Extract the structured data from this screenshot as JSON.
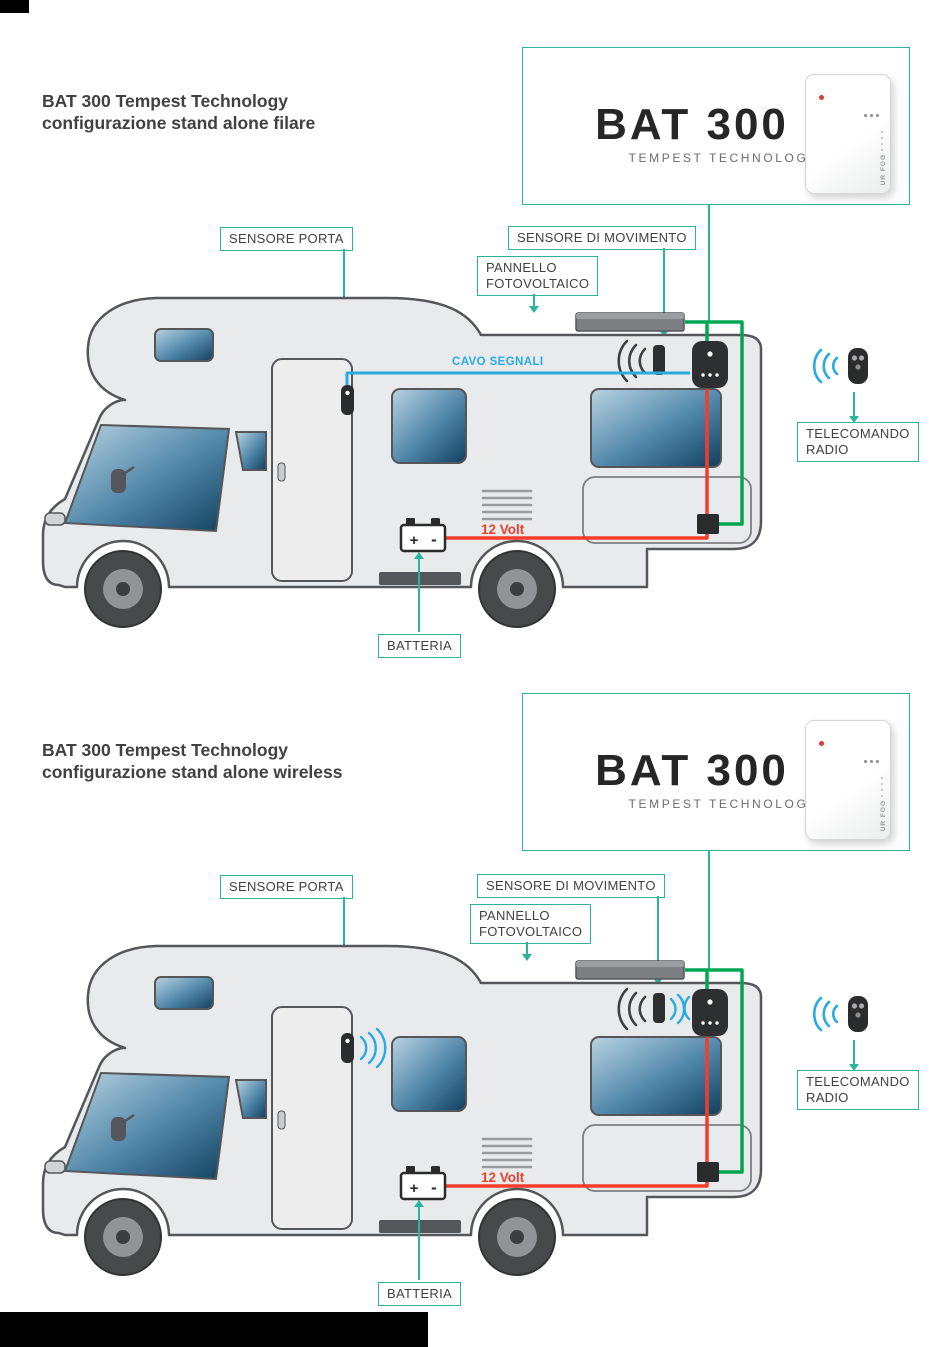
{
  "colors": {
    "accent_teal": "#2bb3a0",
    "wire_green": "#00a651",
    "wire_red": "#f03e2c",
    "wire_blue": "#29abe2",
    "text_dark": "#414042"
  },
  "sections": [
    {
      "title_line1": "BAT 300 Tempest Technology",
      "title_line2": "configurazione stand alone filare",
      "logo": {
        "brand": "BAT 300",
        "tagline": "TEMPEST TECHNOLOGY",
        "device_brand": "UR FOG"
      },
      "labels": {
        "sensore_porta": "SENSORE PORTA",
        "sensore_movimento": "SENSORE DI MOVIMENTO",
        "pannello_line1": "PANNELLO",
        "pannello_line2": "FOTOVOLTAICO",
        "telecomando_line1": "TELECOMANDO",
        "telecomando_line2": "RADIO",
        "batteria": "BATTERIA",
        "cavo_segnali": "CAVO SEGNALI",
        "volt": "12 Volt"
      },
      "battery": {
        "plus": "+",
        "minus": "-"
      }
    },
    {
      "title_line1": "BAT 300 Tempest Technology",
      "title_line2": "configurazione stand alone wireless",
      "logo": {
        "brand": "BAT 300",
        "tagline": "TEMPEST TECHNOLOGY",
        "device_brand": "UR FOG"
      },
      "labels": {
        "sensore_porta": "SENSORE PORTA",
        "sensore_movimento": "SENSORE DI MOVIMENTO",
        "pannello_line1": "PANNELLO",
        "pannello_line2": "FOTOVOLTAICO",
        "telecomando_line1": "TELECOMANDO",
        "telecomando_line2": "RADIO",
        "batteria": "BATTERIA",
        "volt": "12 Volt"
      },
      "battery": {
        "plus": "+",
        "minus": "-"
      }
    }
  ]
}
